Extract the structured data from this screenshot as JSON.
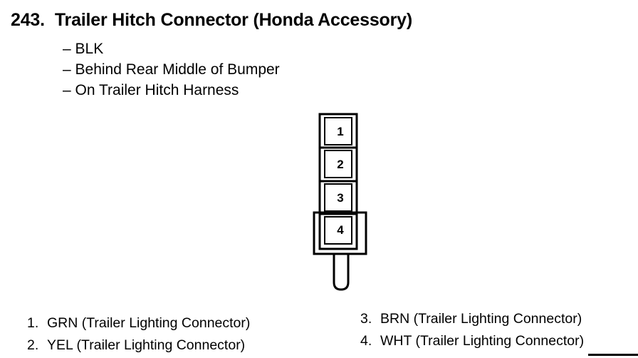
{
  "heading": {
    "number": "243.",
    "title": "Trailer Hitch Connector (Honda Accessory)"
  },
  "notes": [
    "– BLK",
    "– Behind Rear Middle of Bumper",
    "– On Trailer Hitch Harness"
  ],
  "connector": {
    "cavities": [
      "1",
      "2",
      "3",
      "4"
    ]
  },
  "pins": [
    {
      "number": "1.",
      "label": "GRN (Trailer Lighting Connector)"
    },
    {
      "number": "2.",
      "label": "YEL (Trailer Lighting Connector)"
    },
    {
      "number": "3.",
      "label": "BRN (Trailer Lighting Connector)"
    },
    {
      "number": "4.",
      "label": "WHT (Trailer Lighting Connector)"
    }
  ]
}
